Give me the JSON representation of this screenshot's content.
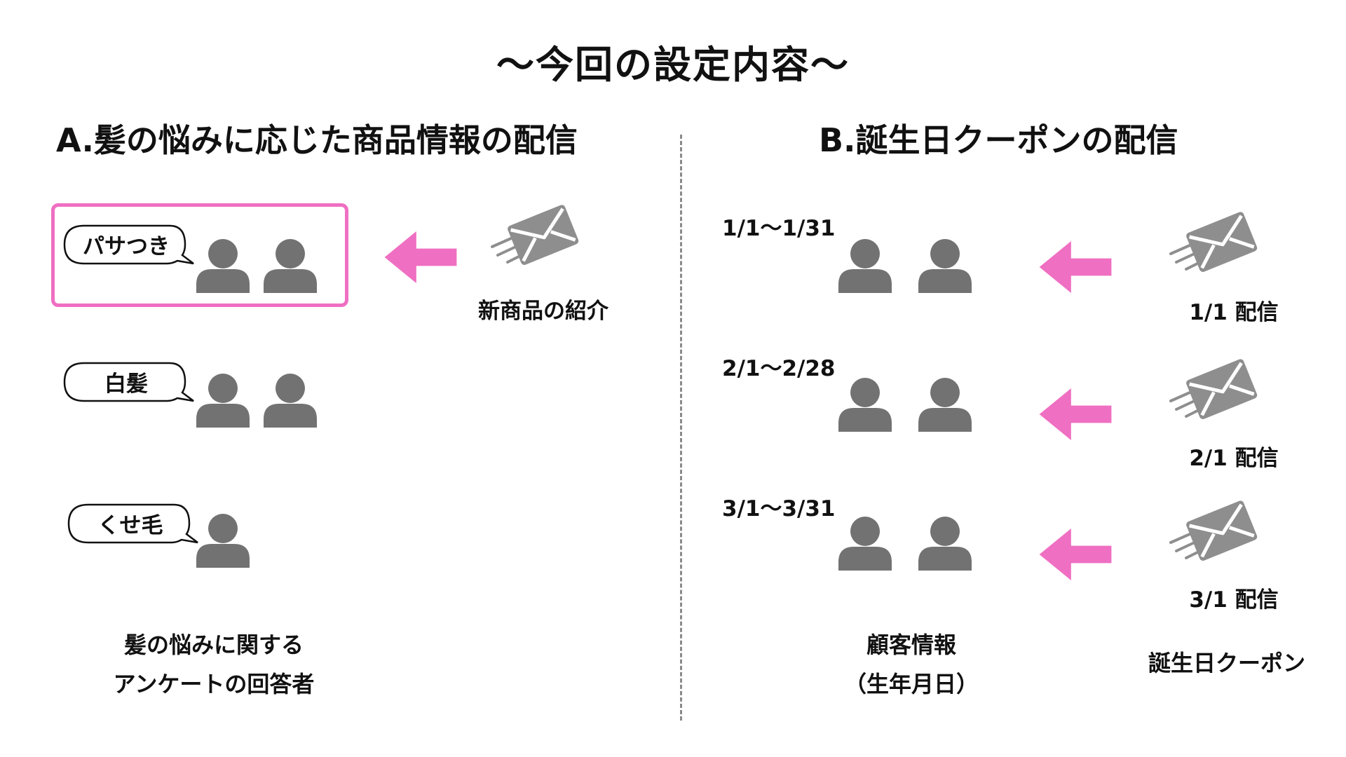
{
  "title": "〜今回の設定内容〜",
  "colors": {
    "accent": "#ef6fc2",
    "person": "#727272",
    "envelope": "#8e8e8e",
    "divider": "#8a8a8a"
  },
  "section_a": {
    "heading": "A.髪の悩みに応じた商品情報の配信",
    "groups": [
      {
        "tag": "パサつき",
        "people": 2,
        "highlighted": true
      },
      {
        "tag": "白髪",
        "people": 2
      },
      {
        "tag": "くせ毛",
        "people": 1
      }
    ],
    "mail_label": "新商品の紹介",
    "caption_line1": "髪の悩みに関する",
    "caption_line2": "アンケートの回答者"
  },
  "section_b": {
    "heading": "B.誕生日クーポンの配信",
    "rows": [
      {
        "range": "1/1〜1/31",
        "send": "1/1 配信"
      },
      {
        "range": "2/1〜2/28",
        "send": "2/1 配信"
      },
      {
        "range": "3/1〜3/31",
        "send": "3/1 配信"
      }
    ],
    "caption_left_line1": "顧客情報",
    "caption_left_line2": "（生年月日）",
    "caption_right": "誕生日クーポン"
  }
}
